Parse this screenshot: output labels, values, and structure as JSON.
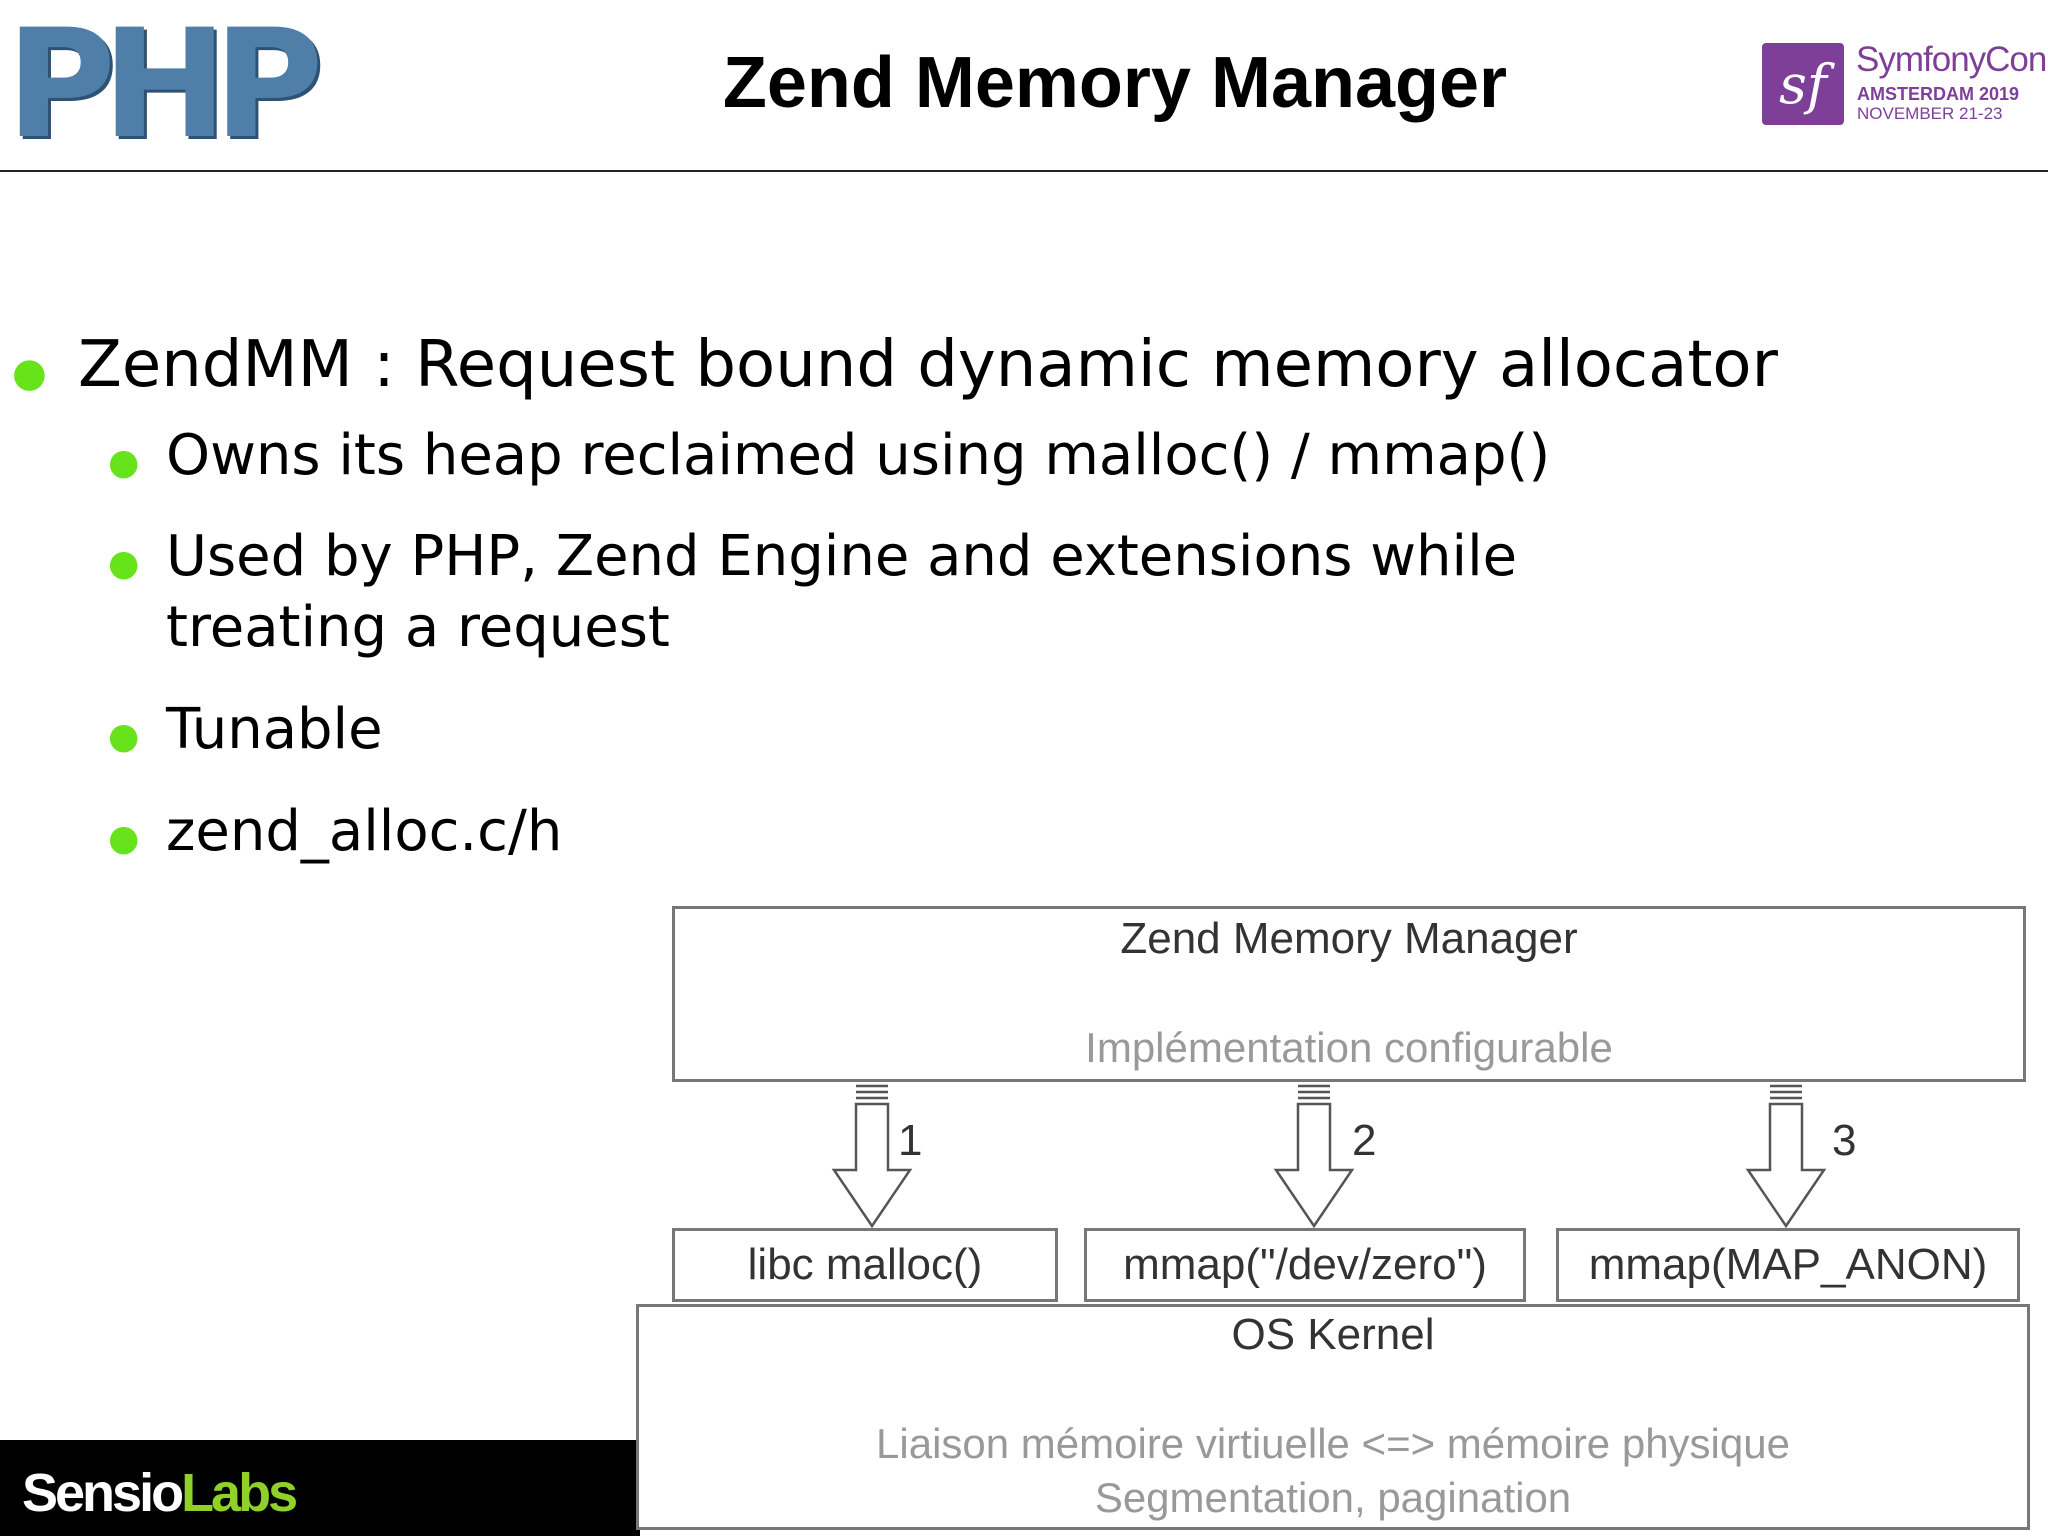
{
  "header": {
    "title": "Zend Memory Manager",
    "php_logo_text": "PHP",
    "symfony": {
      "mark": "sf",
      "name": "SymfonyCon",
      "city": "AMSTERDAM 2019",
      "date": "NOVEMBER 21-23"
    }
  },
  "bullets": {
    "main": "ZendMM : Request bound dynamic memory allocator",
    "sub": [
      "Owns its heap reclaimed using malloc() / mmap()",
      "Used by PHP, Zend Engine and extensions while",
      "treating a request",
      "Tunable",
      "zend_alloc.c/h"
    ]
  },
  "diagram": {
    "top_title": "Zend Memory Manager",
    "top_subtitle": "Implémentation configurable",
    "arrows": [
      "1",
      "2",
      "3"
    ],
    "boxes": [
      "libc malloc()",
      "mmap(\"/dev/zero\")",
      "mmap(MAP_ANON)"
    ],
    "kernel_title": "OS Kernel",
    "kernel_line1": "Liaison mémoire virtiuelle <=> mémoire physique",
    "kernel_line2": "Segmentation, pagination"
  },
  "footer": {
    "brand_a": "Sensio",
    "brand_b": "Labs"
  },
  "colors": {
    "bullet": "#66e31a",
    "symfony": "#7e3f98",
    "php": "#4f7ea8",
    "labs": "#8fd129"
  }
}
